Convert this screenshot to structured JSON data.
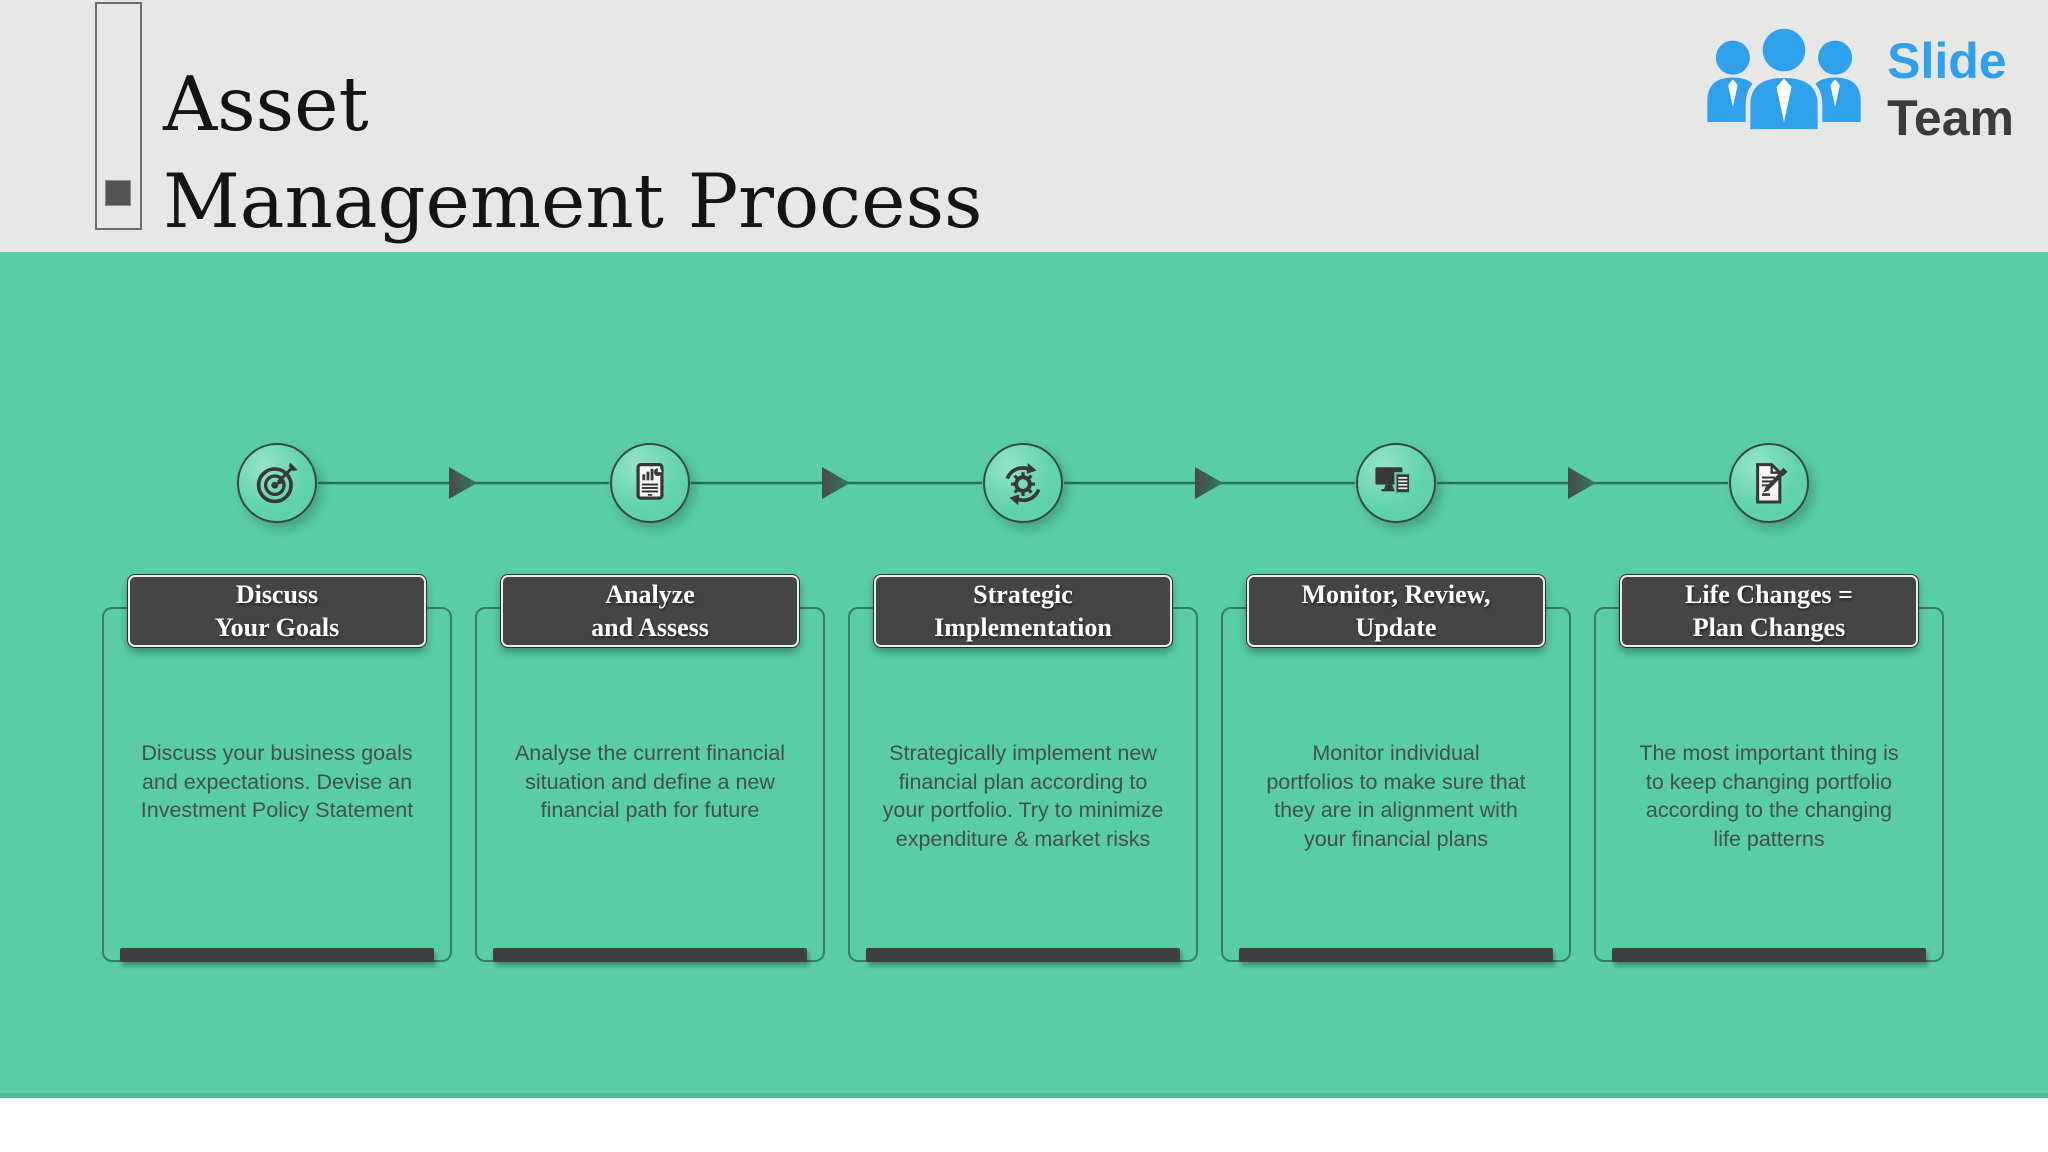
{
  "header": {
    "title": "Asset\nManagement Process",
    "logo": {
      "line1": "Slide",
      "line2": "Team",
      "blue": "#2FA0EA",
      "dark": "#3B3B3B"
    }
  },
  "colors": {
    "top_band": "#E7E7E6",
    "green_band": "#59CEA3",
    "green_band_edge": "#4DBD92",
    "box_dark": "#454545",
    "icon_dark": "#383838",
    "body_text": "#46504B",
    "connector": "#2C7058"
  },
  "steps": [
    {
      "icon": "target-icon",
      "title": "Discuss\nYour Goals",
      "description": "Discuss your business goals\nand expectations. Devise an\nInvestment Policy Statement"
    },
    {
      "icon": "report-tablet-icon",
      "title": "Analyze\nand Assess",
      "description": "Analyse the current financial\nsituation and define a new\nfinancial path for future"
    },
    {
      "icon": "gear-sync-icon",
      "title": "Strategic\nImplementation",
      "description": "Strategically implement new\nfinancial plan according to\nyour portfolio. Try to minimize\nexpenditure & market risks"
    },
    {
      "icon": "monitor-report-icon",
      "title": "Monitor, Review,\nUpdate",
      "description": "Monitor individual\nportfolios to make sure that\nthey are in alignment with\nyour financial plans"
    },
    {
      "icon": "document-pen-icon",
      "title": "Life Changes =\nPlan Changes",
      "description": "The most important thing is\nto keep changing portfolio\naccording to the changing\nlife patterns"
    }
  ]
}
